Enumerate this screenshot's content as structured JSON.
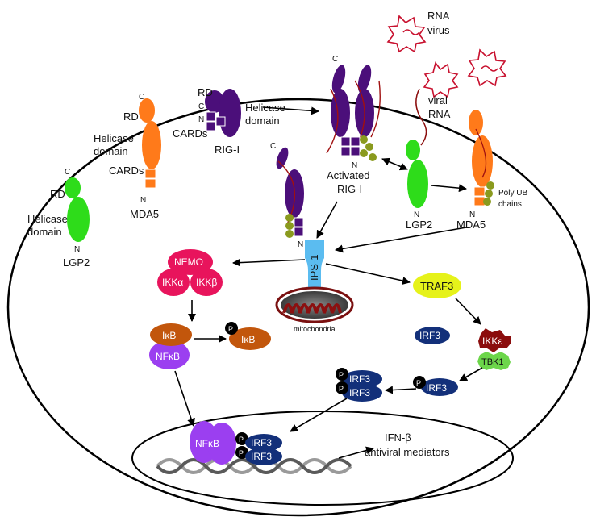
{
  "virus": {
    "line1": "RNA",
    "line2": "virus"
  },
  "viral_rna": {
    "line1": "viral",
    "line2": "RNA"
  },
  "rig1_inactive": {
    "rd": "RD",
    "c": "C",
    "n": "N",
    "helicase1": "Helicase",
    "helicase2": "domain",
    "cards": "CARDs",
    "name": "RIG-I"
  },
  "mda5_inactive": {
    "c": "C",
    "rd": "RD",
    "helicase1": "Helicase",
    "helicase2": "domain",
    "cards": "CARDs",
    "n": "N",
    "name": "MDA5"
  },
  "lgp2_inactive": {
    "c": "C",
    "rd": "RD",
    "helicase1": "Helicase",
    "helicase2": "domain",
    "n": "N",
    "name": "LGP2"
  },
  "rig1_active": {
    "c": "C",
    "n": "N",
    "line1": "Activated",
    "line2": "RIG-I"
  },
  "rig1_docked": {
    "c": "C",
    "n": "N"
  },
  "lgp2_active": {
    "n": "N",
    "name": "LGP2"
  },
  "mda5_active": {
    "n": "N",
    "name": "MDA5",
    "ub1": "Poly UB",
    "ub2": "chains"
  },
  "ips1": {
    "name": "IPS-1"
  },
  "mitochondria": {
    "label": "mitochondria"
  },
  "nemo": {
    "nemo": "NEMO",
    "ikka": "IKKα",
    "ikkb": "IKKβ"
  },
  "nfkb_complex": {
    "ikb": "IκB",
    "nfkb": "NFκB",
    "p": "P",
    "ikb_p": "IκB"
  },
  "traf3": {
    "name": "TRAF3"
  },
  "irf3_path": {
    "irf3": "IRF3",
    "ikke": "IKKε",
    "tbk1": "TBK1",
    "p": "P",
    "irf3_p": "IRF3"
  },
  "irf3_dimer": {
    "p1": "P",
    "p2": "P",
    "a": "IRF3",
    "b": "IRF3"
  },
  "nucleus": {
    "nfkb": "NFκB",
    "p1": "P",
    "p2": "P",
    "irf3a": "IRF3",
    "irf3b": "IRF3",
    "ifn1": "IFN-β",
    "ifn2": "antiviral mediators"
  },
  "colors": {
    "rig1": "#4b0f7a",
    "mda5": "#ff7a1a",
    "lgp2": "#2edc1a",
    "ub": "#8a9a1e",
    "ips1": "#5bbcf0",
    "nemo": "#e8145c",
    "ikb": "#c2560c",
    "nfkb": "#9b3ff0",
    "traf3": "#e6f21a",
    "irf3": "#13307a",
    "ikke": "#8b0d0d",
    "tbk1": "#6cd64a",
    "virus": "#c8102e"
  }
}
